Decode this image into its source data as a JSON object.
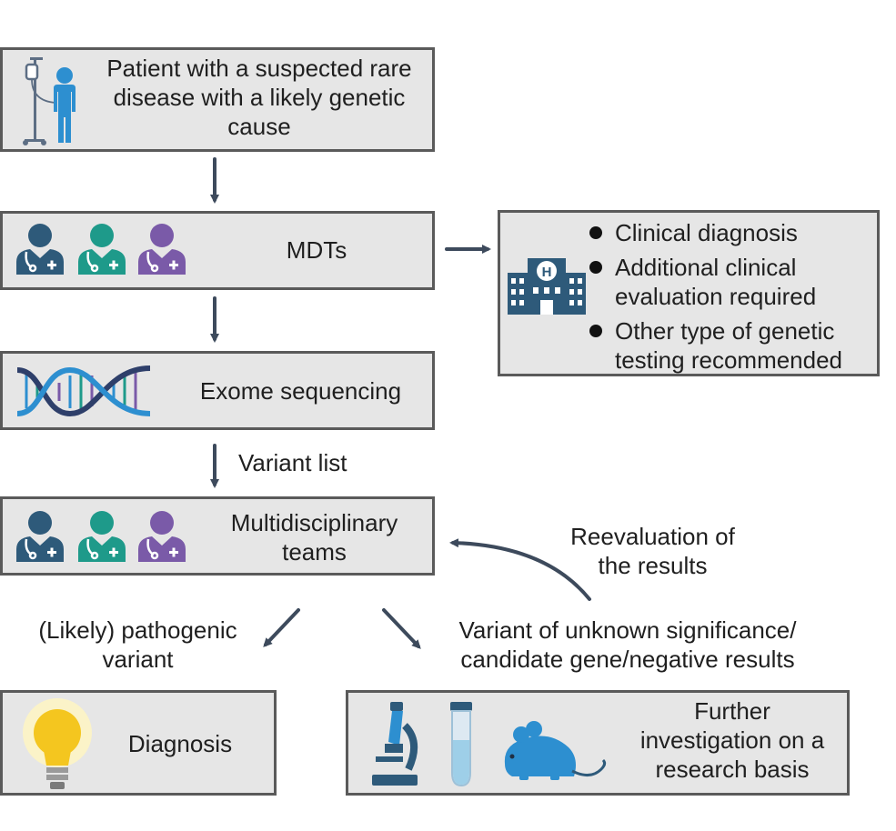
{
  "boxes": {
    "patient": {
      "text": "Patient with a suspected rare disease with a likely genetic cause"
    },
    "mdts": {
      "text": "MDTs"
    },
    "exome": {
      "text": "Exome sequencing"
    },
    "teams": {
      "text": "Multidisciplinary teams"
    },
    "diagnosis": {
      "text": "Diagnosis"
    },
    "research": {
      "text": "Further investigation on a research basis"
    },
    "outcomes": {
      "items": [
        "Clinical diagnosis",
        "Additional clinical evaluation required",
        "Other type of genetic testing recommended"
      ]
    }
  },
  "arrow_labels": {
    "variant_list": "Variant list",
    "reevaluation": "Reevaluation of the results",
    "pathogenic": "(Likely) pathogenic variant",
    "vus": "Variant of unknown significance/ candidate gene/negative results"
  },
  "icons": {
    "patient": "patient-iv-icon",
    "doctors": "doctor-icon",
    "dna": "dna-icon",
    "hospital": "hospital-icon",
    "bulb": "lightbulb-icon",
    "microscope": "microscope-icon",
    "tube": "test-tube-icon",
    "mouse": "mouse-icon"
  },
  "colors": {
    "box_fill": "#e6e6e6",
    "box_border": "#5a5a5a",
    "arrow": "#3d4a5c",
    "doctor_navy": "#2e5a7a",
    "doctor_teal": "#1e9a8a",
    "doctor_purple": "#7a5aa8",
    "patient_blue": "#2d8fd0"
  }
}
